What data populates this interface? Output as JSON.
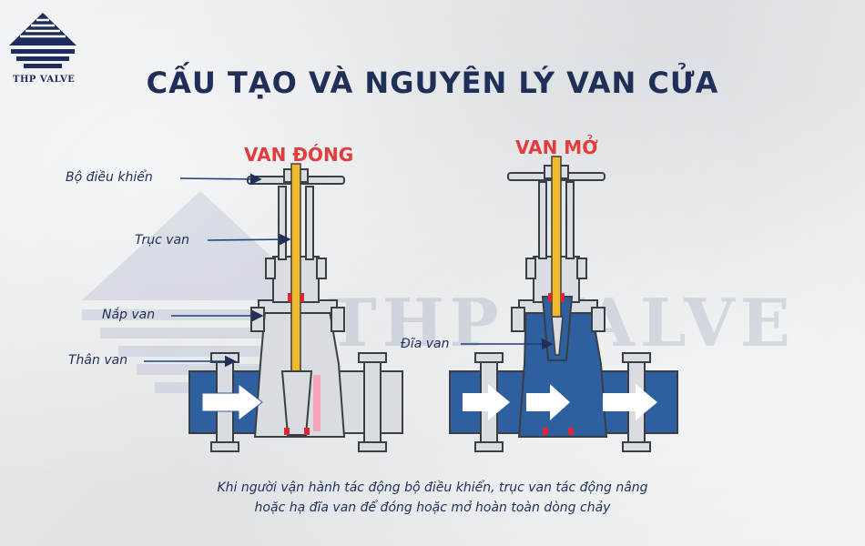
{
  "brand": {
    "name": "THP VALVE",
    "watermark": "THP VALVE",
    "logo_icon": "thp-valve-logo-icon"
  },
  "title": "CẤU TẠO VÀ NGUYÊN LÝ VAN CỬA",
  "states": {
    "closed": "VAN ĐÓNG",
    "open": "VAN MỞ"
  },
  "labels": {
    "controller": "Bộ điều khiển",
    "stem": "Trục van",
    "bonnet": "Nắp van",
    "body": "Thân van",
    "disc": "Đĩa van"
  },
  "caption": {
    "line1": "Khi người vận hành tác động bộ điều khiển, trục van tác động nâng",
    "line2": "hoặc hạ đĩa van để đóng hoặc mở hoàn toàn dòng chảy"
  },
  "colors": {
    "title": "#1f2f57",
    "state": "#e23c3c",
    "flow": "#2e5f9e",
    "stem": "#f2b92b",
    "seal": "#d9263a",
    "metal": "#d9dde2"
  }
}
